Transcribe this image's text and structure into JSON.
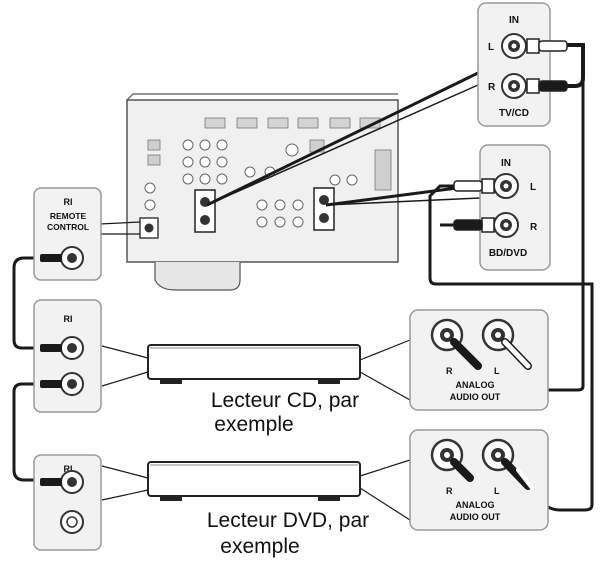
{
  "labels": {
    "ri": "RI",
    "remote_control_line1": "REMOTE",
    "remote_control_line2": "CONTROL",
    "in": "IN",
    "l": "L",
    "r": "R",
    "tv_cd": "TV/CD",
    "bd_dvd": "BD/DVD",
    "analog_line1": "ANALOG",
    "analog_line2": "AUDIO OUT"
  },
  "captions": {
    "cd_line1": "Lecteur CD, par",
    "cd_line2": "exemple",
    "dvd_line1": "Lecteur DVD, par",
    "dvd_line2": "exemple"
  },
  "colors": {
    "line": "#1a1a1a",
    "panel_fill": "#f2f2f2",
    "panel_stroke": "#9a9a9a",
    "receiver_fill": "#f0f0f0"
  }
}
